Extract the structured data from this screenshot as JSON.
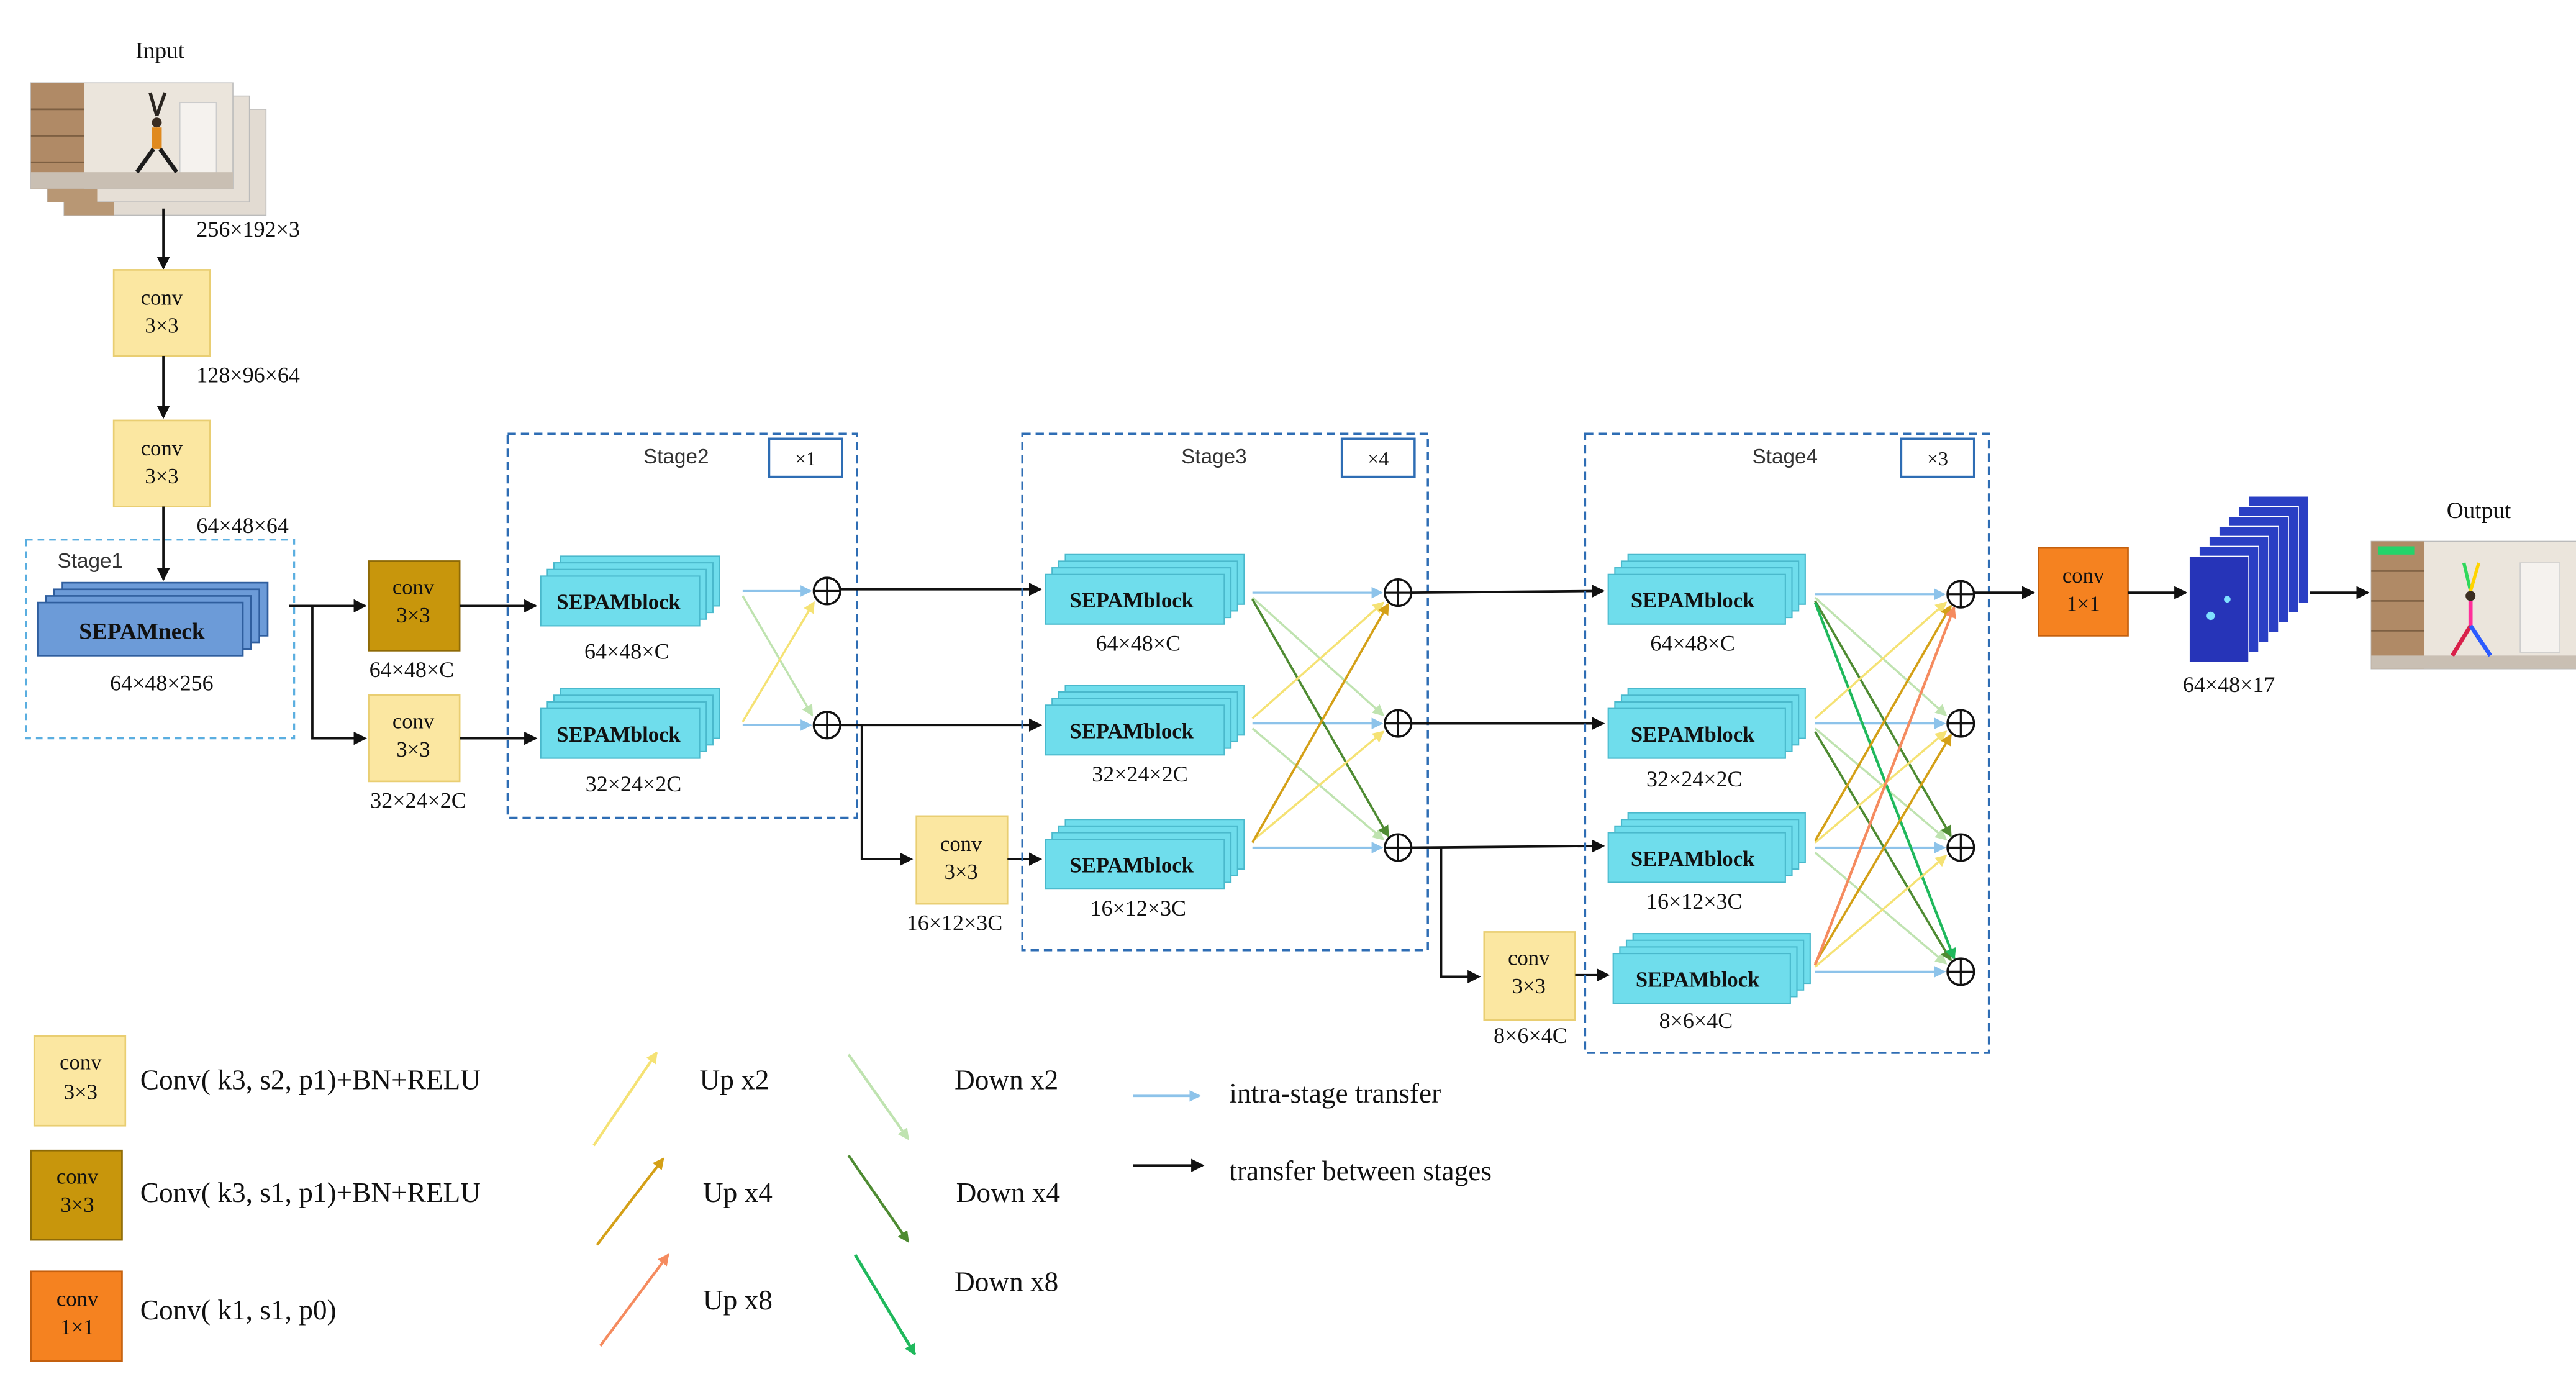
{
  "labels": {
    "input": "Input",
    "output": "Output",
    "input_dims": "256×192×3",
    "dims_128": "128×96×64",
    "dims_64x48x64": "64×48×64",
    "neck_dims": "64×48×256",
    "dims_64x48xC": "64×48×C",
    "dims_32x24x2C": "32×24×2C",
    "dims_16x12x3C": "16×12×3C",
    "dims_8x6x4C": "8×6×4C",
    "dims_64x48x17": "64×48×17",
    "conv": "conv",
    "k3": "3×3",
    "k1": "1×1",
    "sepam_neck": "SEPAMneck",
    "sepam_block": "SEPAMblock"
  },
  "stages": [
    {
      "name": "Stage1"
    },
    {
      "name": "Stage2",
      "repeat": "×1"
    },
    {
      "name": "Stage3",
      "repeat": "×4"
    },
    {
      "name": "Stage4",
      "repeat": "×3"
    }
  ],
  "legend": {
    "conv_s2": "Conv( k3, s2, p1)+BN+RELU",
    "conv_s1": "Conv( k3, s1, p1)+BN+RELU",
    "conv_1x1": "Conv( k1, s1, p0)",
    "up_x2": "Up x2",
    "up_x4": "Up x4",
    "up_x8": "Up x8",
    "down_x2": "Down x2",
    "down_x4": "Down x4",
    "down_x8": "Down x8",
    "intra": "intra-stage transfer",
    "between": "transfer between stages"
  },
  "colors": {
    "conv_s2": "#FBE7A1",
    "conv_s1": "#C8960C",
    "conv_1x1": "#F58220",
    "sepam_block": "#6FDDEC",
    "sepam_neck": "#6C9BD8",
    "stage_border": "#2E6DB4",
    "up_x2": "#F5E274",
    "up_x4": "#D4A017",
    "up_x8": "#F58B5F",
    "down_x2": "#BFE3B0",
    "down_x4": "#4E8B32",
    "down_x8": "#1FB85C",
    "intra": "#8DC3EA",
    "between": "#111111"
  }
}
